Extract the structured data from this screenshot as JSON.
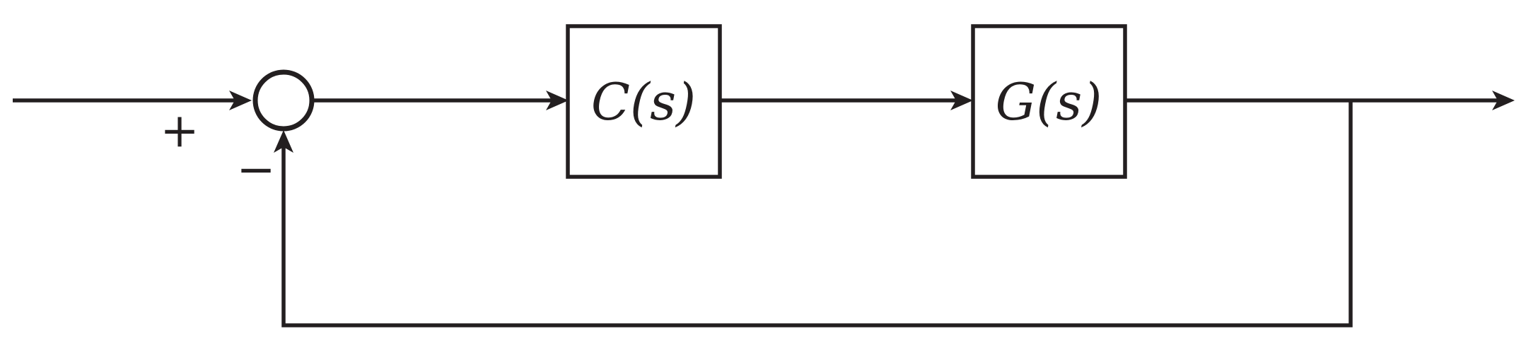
{
  "diagram": {
    "blocks": [
      {
        "id": "controller",
        "label": "C(s)"
      },
      {
        "id": "plant",
        "label": "G(s)"
      }
    ],
    "summing_junction": {
      "positive_sign": "+",
      "negative_sign": "−"
    }
  }
}
